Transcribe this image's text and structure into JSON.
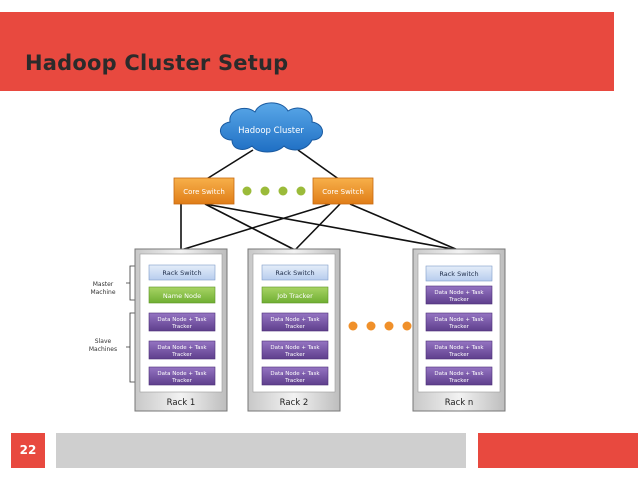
{
  "slide": {
    "title": "Hadoop Cluster Setup",
    "page_number": "22"
  },
  "diagram": {
    "cloud_label": "Hadoop Cluster",
    "core_switch_1": "Core Switch",
    "core_switch_2": "Core Switch",
    "label_master_line1": "Master",
    "label_master_line2": "Machine",
    "label_slave_line1": "Slave",
    "label_slave_line2": "Machines",
    "rack1": {
      "switch": "Rack Switch",
      "master": "Name Node",
      "node_line1": "Data Node + Task",
      "node_line2": "Tracker",
      "label": "Rack 1"
    },
    "rack2": {
      "switch": "Rack Switch",
      "master": "Job Tracker",
      "node_line1": "Data Node + Task",
      "node_line2": "Tracker",
      "label": "Rack 2"
    },
    "rackn": {
      "switch": "Rack Switch",
      "node_line1": "Data Node + Task",
      "node_line2": "Tracker",
      "label": "Rack n"
    },
    "colors": {
      "accent_red": "#e8493f",
      "switch_orange": "#f0902a",
      "dot_green": "#9bbb3a",
      "dot_orange": "#f0902a",
      "rack_switch_blue": "#c9daf2",
      "master_green": "#8dc24a",
      "data_node_purple": "#7a57a8"
    }
  }
}
